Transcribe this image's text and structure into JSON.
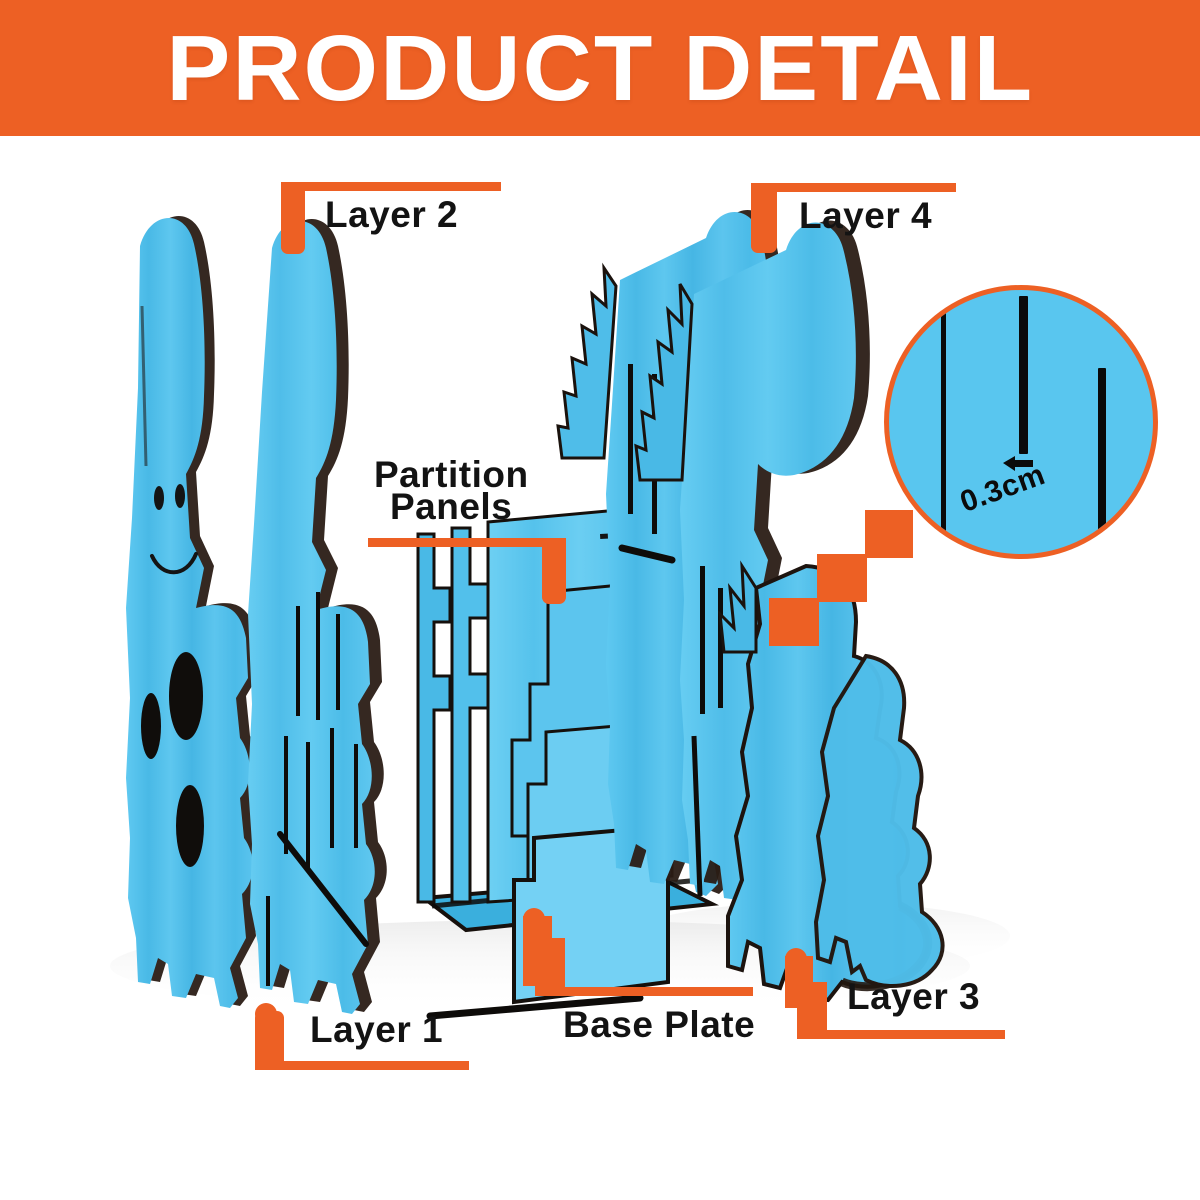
{
  "header": {
    "title": "PRODUCT DETAIL",
    "background_color": "#ed6024",
    "text_color": "#ffffff"
  },
  "theme": {
    "accent_orange": "#ed6024",
    "product_blue": "#55c3ef",
    "product_blue_dark": "#3eaddc",
    "edge_dark": "#1c140f",
    "page_background": "#ffffff"
  },
  "product": {
    "name": "Dinosaur wooden desk organizer / bookend",
    "material_color": "#55c3ef"
  },
  "callouts": [
    {
      "id": "layer-2",
      "label": "Layer 2",
      "orientation": "top-left-stub"
    },
    {
      "id": "layer-4",
      "label": "Layer 4",
      "orientation": "top-left-stub"
    },
    {
      "id": "partition-panels",
      "label_line1": "Partition",
      "label_line2": "Panels",
      "label": "Partition Panels",
      "orientation": "text-above-right-stub"
    },
    {
      "id": "layer-1",
      "label": "Layer 1",
      "orientation": "bottom-left-stub"
    },
    {
      "id": "base-plate",
      "label": "Base Plate",
      "orientation": "bottom-stepped-stub"
    },
    {
      "id": "layer-3",
      "label": "Layer 3",
      "orientation": "bottom-stepped-stub"
    }
  ],
  "magnifier": {
    "measurement": "0.3cm",
    "border_color": "#ed6024",
    "fill_color": "#59c6ef",
    "description": "Close-up of board thickness / slot width"
  }
}
